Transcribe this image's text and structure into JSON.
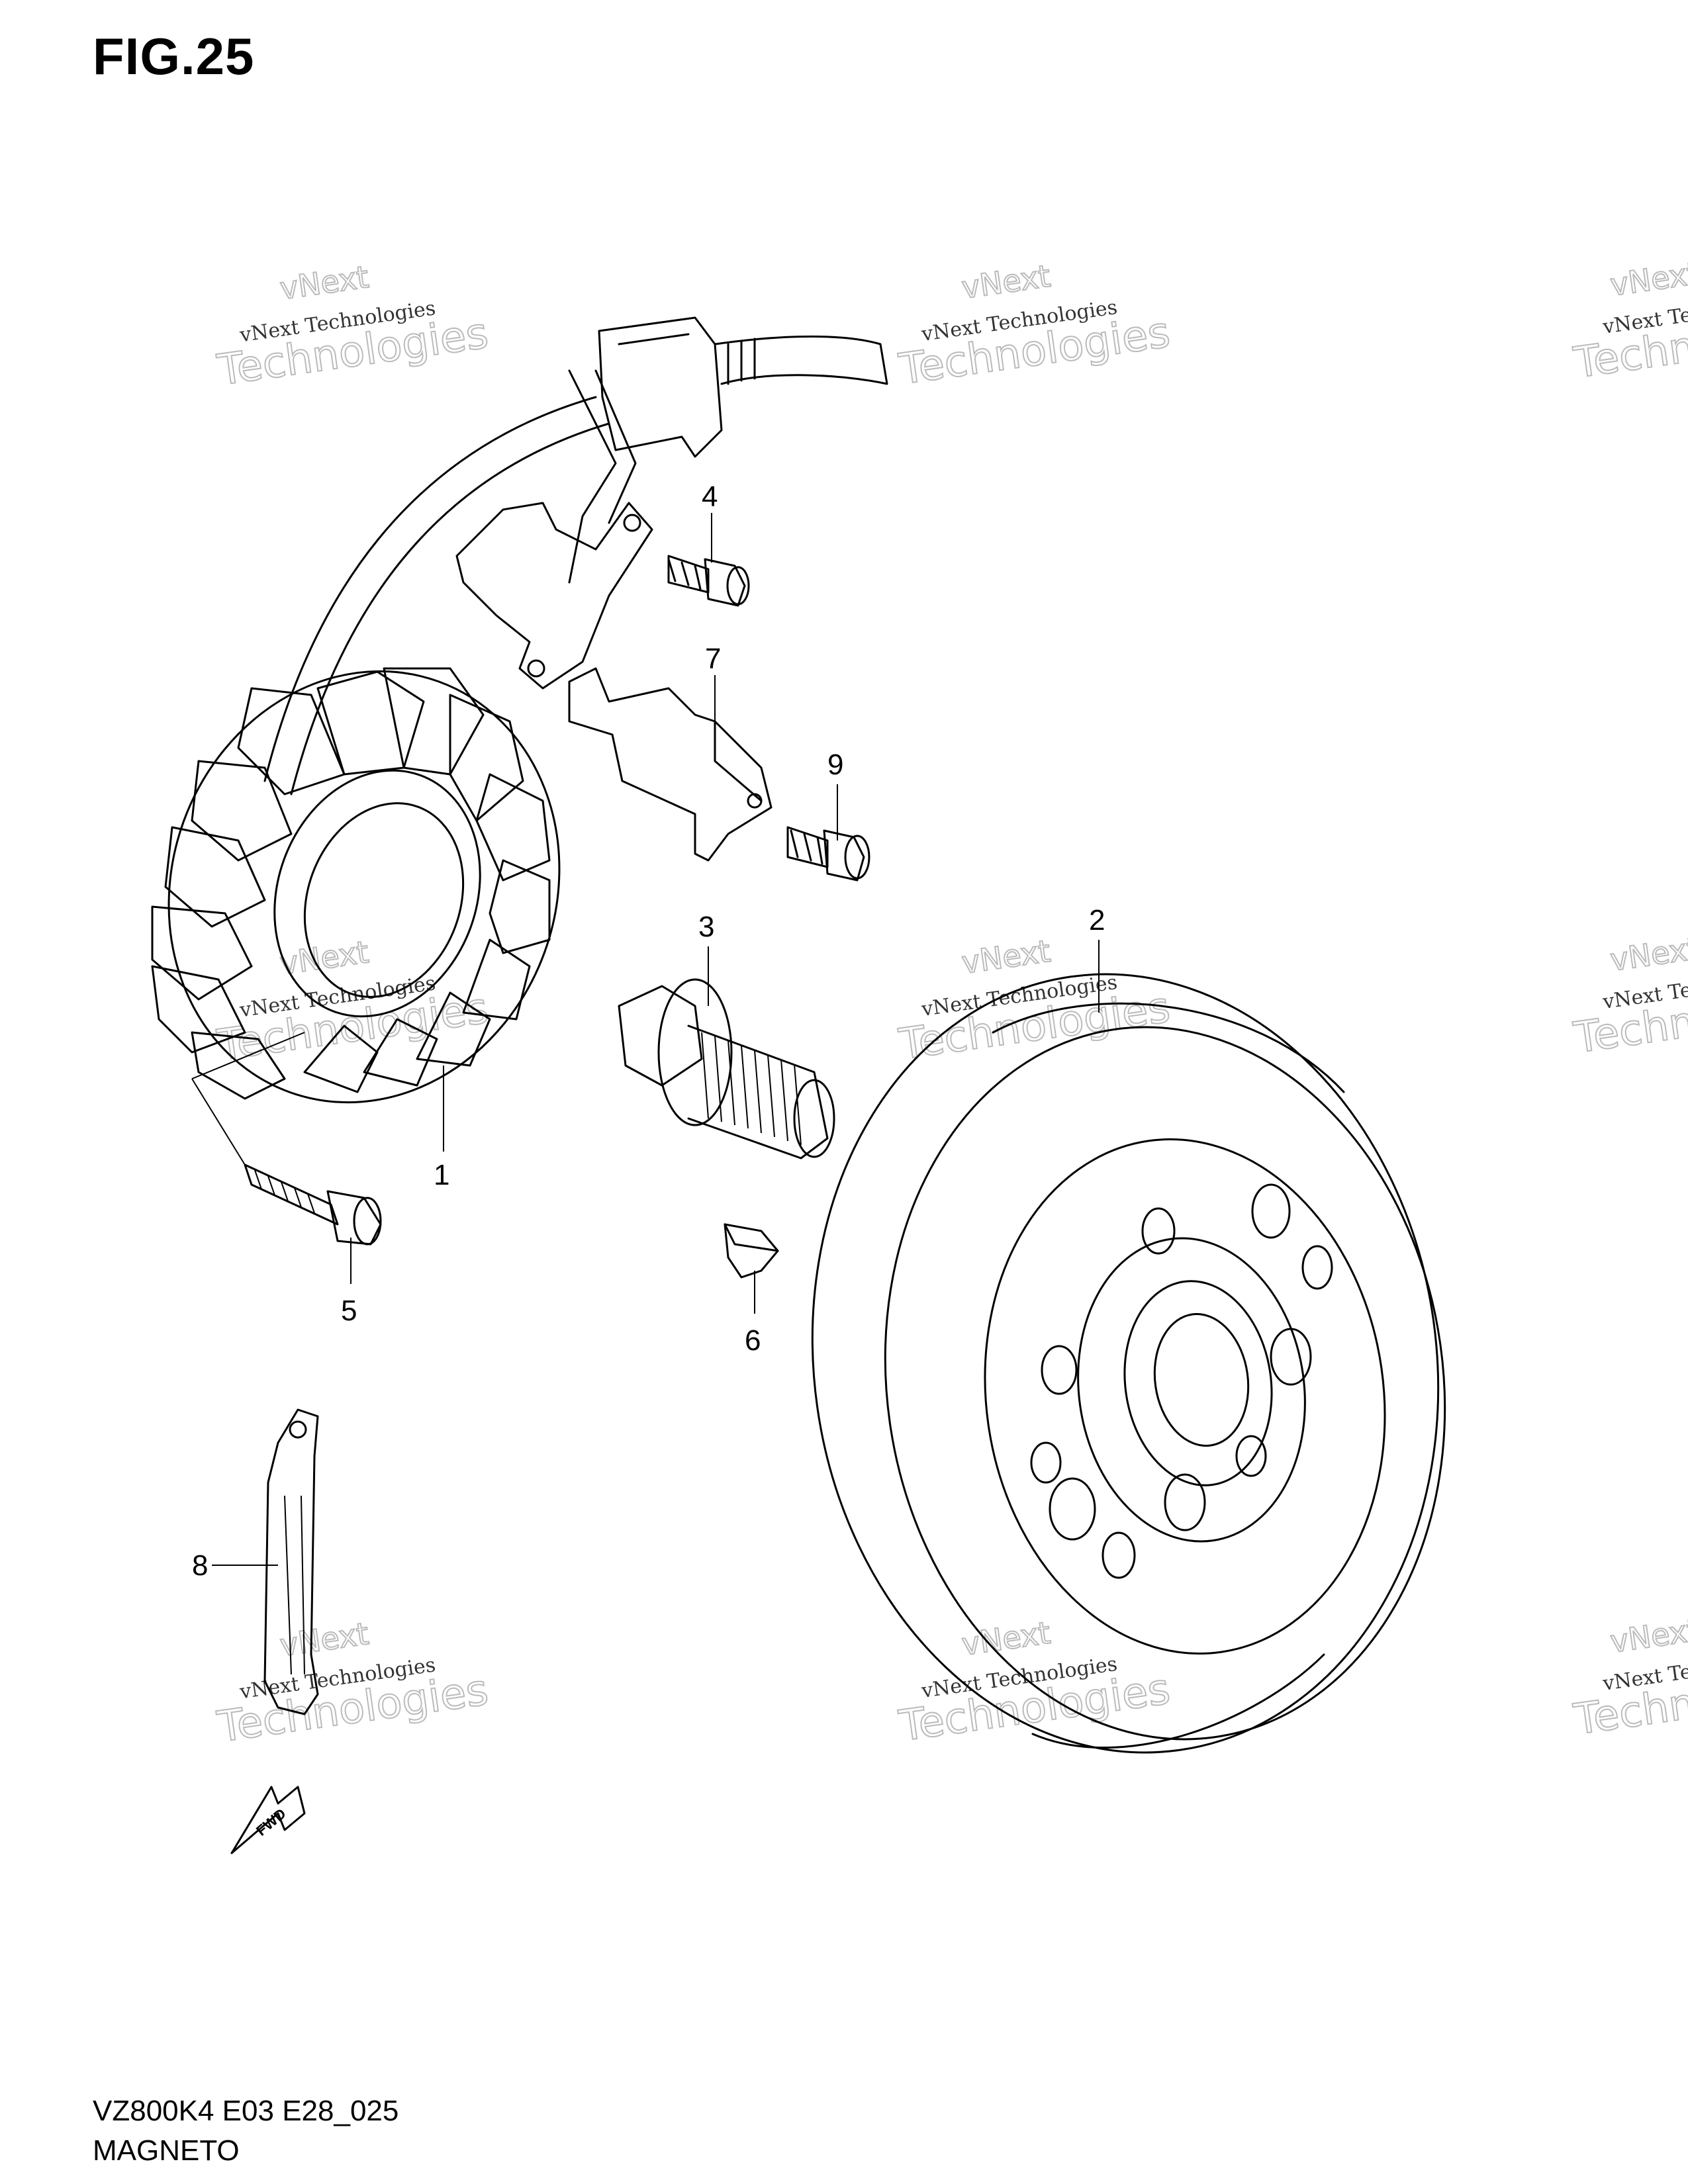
{
  "figure": {
    "title": "FIG.25",
    "model_code": "VZ800K4 E03 E28_025",
    "name": "MAGNETO",
    "fwd_label": "FWD"
  },
  "callouts": [
    "1",
    "2",
    "3",
    "4",
    "5",
    "6",
    "7",
    "8",
    "9"
  ],
  "watermark": {
    "line": "vNext Technologies",
    "big": "Technologies",
    "small": "vNext"
  }
}
